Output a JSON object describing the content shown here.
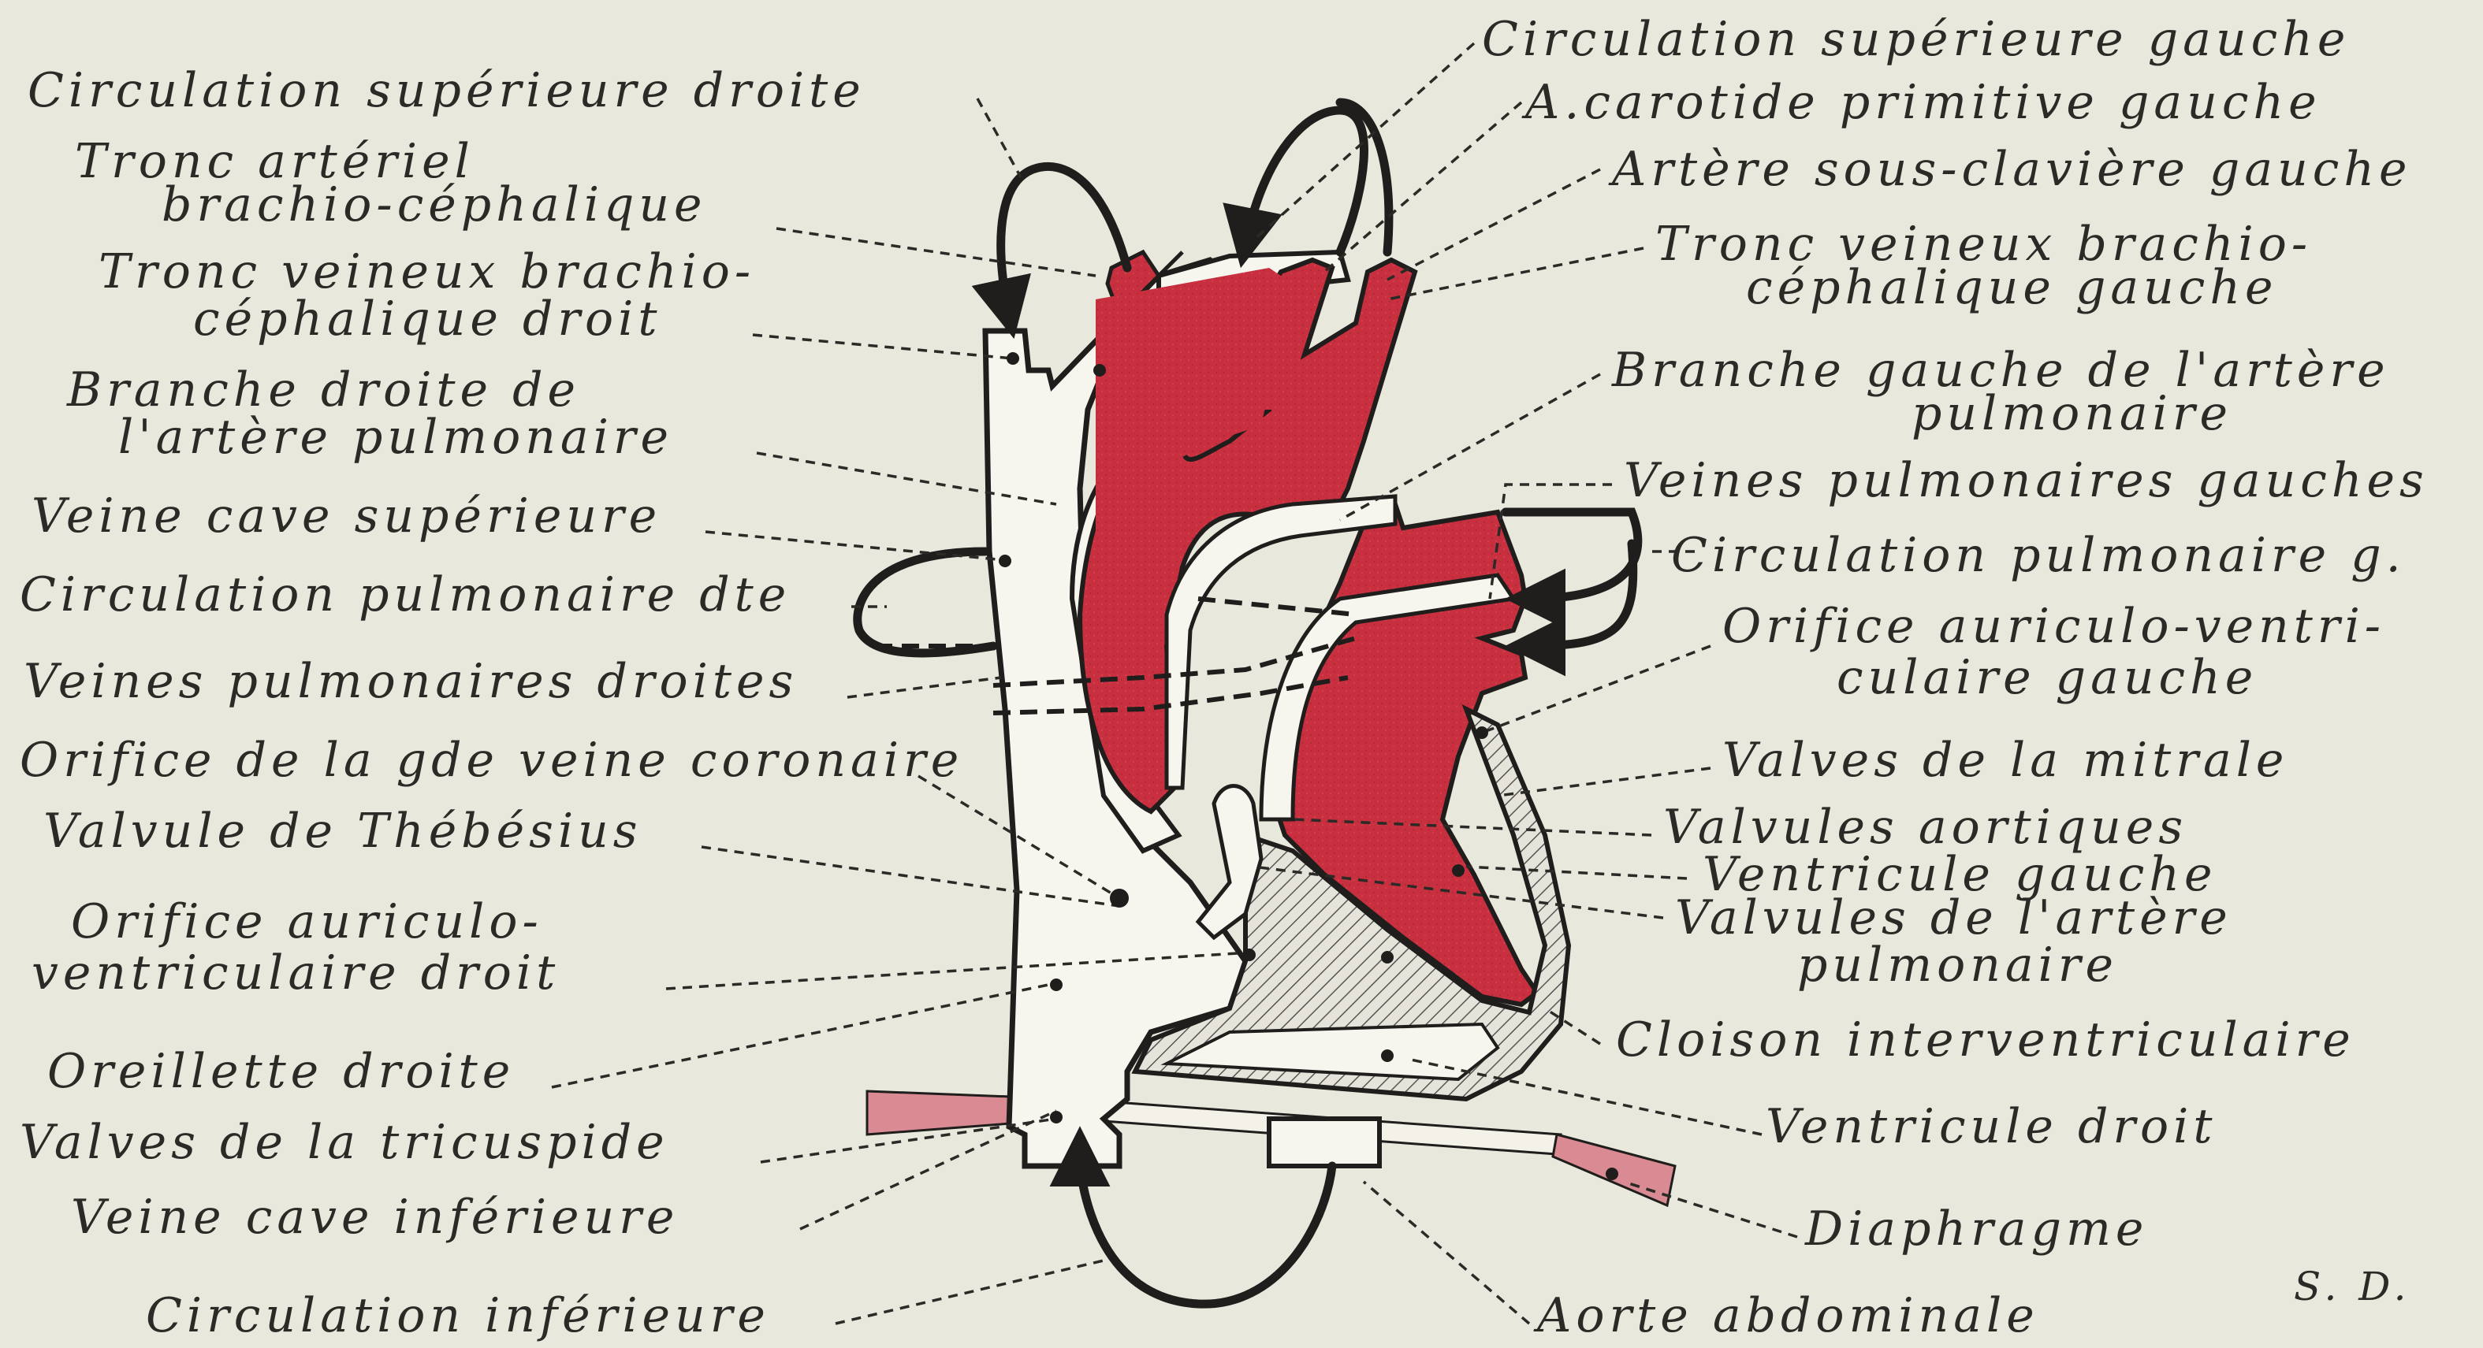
{
  "labels_left": [
    "Circulation supérieure droite",
    "Tronc artériel",
    "brachio-céphalique",
    "Tronc veineux brachio-",
    "céphalique droit",
    "Branche droite de",
    "l'artère pulmonaire",
    "Veine cave supérieure",
    "Circulation pulmonaire dte",
    "Veines pulmonaires droites",
    "Orifice de la gde veine coronaire",
    "Valvule de Thébésius",
    "Orifice auriculo-",
    "ventriculaire droit",
    "Oreillette droite",
    "Valves de la tricuspide",
    "Veine cave inférieure",
    "Circulation inférieure"
  ],
  "labels_right": [
    "Circulation supérieure gauche",
    "A.carotide primitive gauche",
    "Artère sous-clavière gauche",
    "Tronc veineux brachio-",
    "céphalique gauche",
    "Branche gauche de l'artère",
    "pulmonaire",
    "Veines pulmonaires gauches",
    "Circulation pulmonaire g.",
    "Orifice auriculo-ventri-",
    "culaire gauche",
    "Valves de la mitrale",
    "Valvules aortiques",
    "Ventricule gauche",
    "Valvules de l'artère",
    "pulmonaire",
    "Cloison interventriculaire",
    "Ventricule droit",
    "Diaphragme",
    "Aorte abdominale"
  ],
  "signature": "S. D.",
  "colors": {
    "background": "#e9e8dc",
    "arterial_blood": "#c8303f",
    "venous_white": "#f6f5ee",
    "ink": "#1f1e1c",
    "diaphragm": "#d98a93"
  }
}
